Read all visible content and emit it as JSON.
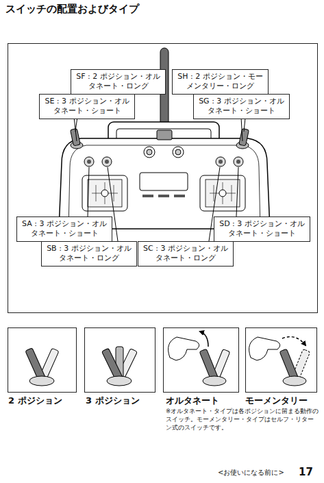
{
  "diagram": {
    "title": "スイッチの配置およびタイプ",
    "nodes": [
      {
        "text": [
          "SF : 2 ポジション・オル タネート・ロング"
        ]
      },
      {
        "text": [
          "SH : 2 ポジション・モー メンタリー・ロング"
        ]
      },
      {
        "text": [
          "SE : 3 ポジション・オル タネート・ショート"
        ]
      },
      {
        "text": [
          "SG : 3 ポジション・オル タネート・ショート"
        ]
      },
      {
        "text": [
          "SA : 3 ポジション・オル タネート・ショート"
        ]
      },
      {
        "text": [
          "SD : 3 ポジション・オル タネート・ショート"
        ]
      },
      {
        "text": [
          "SB : 3 ポジション・オル タネート・ロング"
        ]
      },
      {
        "text": [
          "SC : 3 ポジション・オル タネート・ロング"
        ]
      }
    ],
    "labels": [
      "2 ポジション",
      "3 ポジション",
      "オルタネート",
      "モーメンタリー",
      "※オルタネート・タイプは各ポジションに留まる動作の スイッチ。モーメンタリー・タイプはセルフ・リター ン式のスイッチです。",
      "<お使いになる前に>",
      "17"
    ]
  }
}
